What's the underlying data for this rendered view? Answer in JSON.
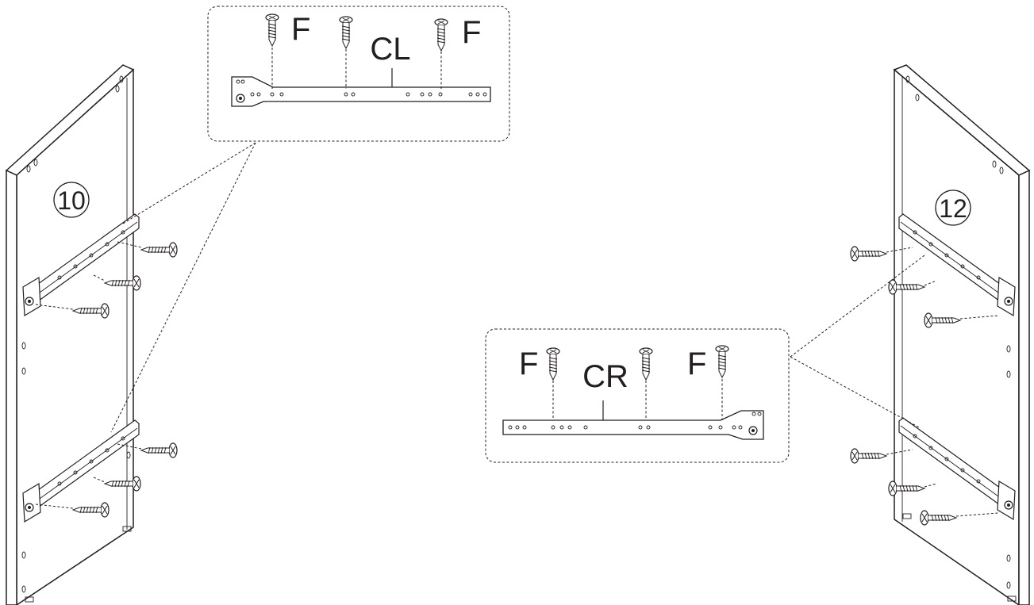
{
  "left": {
    "panel_number": "10",
    "detail_rail": "CL",
    "screw_labels": [
      "F",
      "F"
    ]
  },
  "right": {
    "panel_number": "12",
    "detail_rail": "CR",
    "screw_labels": [
      "F",
      "F"
    ]
  }
}
